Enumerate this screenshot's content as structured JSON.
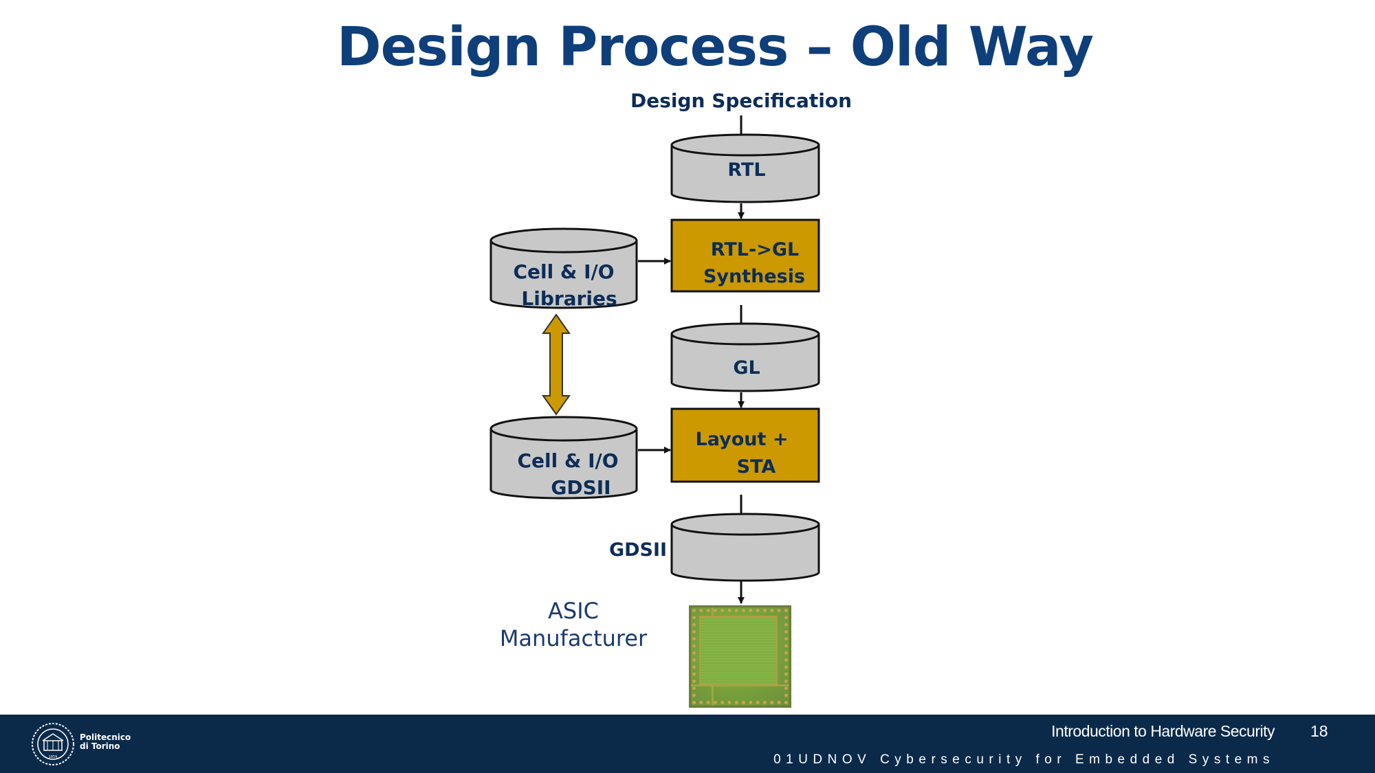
{
  "title": "Design Process – Old Way",
  "diagram": {
    "spec_label": "Design Specification",
    "rtl": "RTL",
    "synthesis_line1": "RTL->GL",
    "synthesis_line2": "Synthesis",
    "gl": "GL",
    "layout_line1": "Layout +",
    "layout_line2": "STA",
    "gdsii_label": "GDSII",
    "libraries_line1": "Cell & I/O",
    "libraries_line2": "Libraries",
    "cell_gdsii_line1": "Cell & I/O",
    "cell_gdsii_line2": "GDSII",
    "asic_line1": "ASIC",
    "asic_line2": "Manufacturer"
  },
  "colors": {
    "title": "#0f3f7a",
    "process_box": "#cc9900",
    "database": "#c8c8c8",
    "footer": "#0b2a4a"
  },
  "footer": {
    "logo_line1": "Politecnico",
    "logo_line2": "di Torino",
    "logo_year": "1859",
    "course_title": "Introduction to Hardware Security",
    "page_number": "18",
    "course_code": "01UDNOV Cybersecurity for Embedded Systems"
  }
}
